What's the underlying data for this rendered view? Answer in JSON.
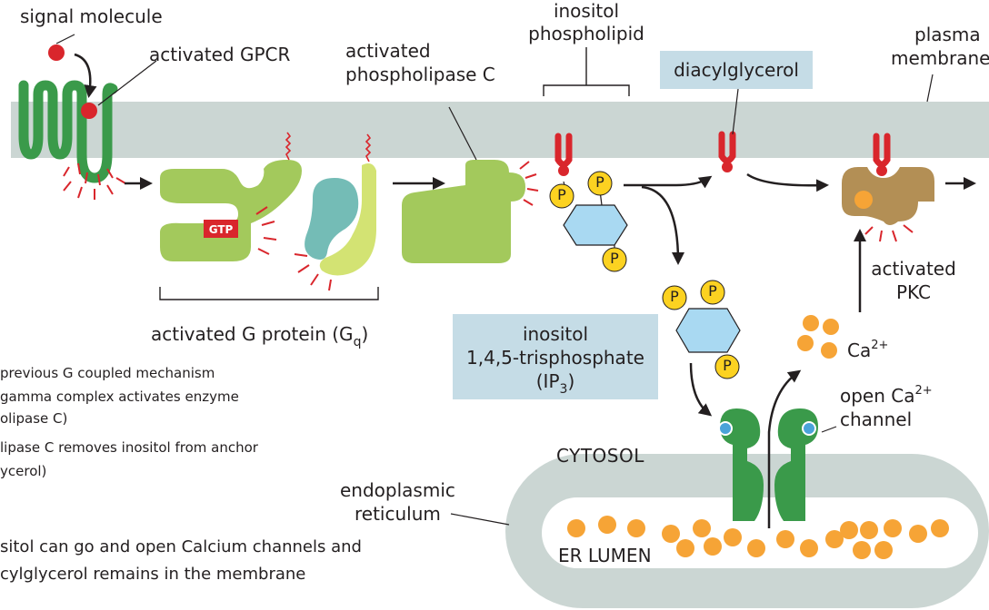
{
  "labels": {
    "signal_molecule": "signal molecule",
    "activated_gpcr": "activated GPCR",
    "activated_phospholipase_c_line1": "activated",
    "activated_phospholipase_c_line2": "phospholipase C",
    "inositol_phospholipid_line1": "inositol",
    "inositol_phospholipid_line2": "phospholipid",
    "diacylglycerol": "diacylglycerol",
    "plasma_membrane_line1": "plasma",
    "plasma_membrane_line2": "membrane",
    "activated_g_protein": "activated G protein (G",
    "activated_g_protein_sub": "q",
    "activated_g_protein_close": ")",
    "ip3_line1": "inositol",
    "ip3_line2": "1,4,5-trisphosphate",
    "ip3_line3": "(IP",
    "ip3_sub": "3",
    "ip3_close": ")",
    "activated_pkc_line1": "activated",
    "activated_pkc_line2": "PKC",
    "ca": "Ca",
    "ca_charge": "2+",
    "open_channel_line1": "open Ca",
    "open_channel_charge": "2+",
    "open_channel_line2": "channel",
    "cytosol": "CYTOSOL",
    "er_line1": "endoplasmic",
    "er_line2": "reticulum",
    "er_lumen": "ER LUMEN",
    "gtp": "GTP",
    "phosphate": "P"
  },
  "notes": [
    "previous G coupled mechanism",
    "gamma complex activates enzyme",
    "olipase C)",
    "lipase C removes inositol from anchor",
    "ycerol)"
  ],
  "notes_large": [
    "sitol can go and open Calcium channels and",
    "cylglycerol remains in the membrane"
  ],
  "colors": {
    "membrane": "#cbd6d3",
    "receptor_green": "#3a9a4a",
    "g_protein_light_green": "#a3c95c",
    "teal_subunit": "#74bcb6",
    "yellow_subunit": "#d3e373",
    "signal_red": "#d9262c",
    "phosphate_yellow": "#fcd221",
    "inositol_ring_blue": "#a9d9f2",
    "pkc_brown": "#b38f55",
    "calcium_orange": "#f6a436",
    "label_box": "#c5dce6"
  }
}
